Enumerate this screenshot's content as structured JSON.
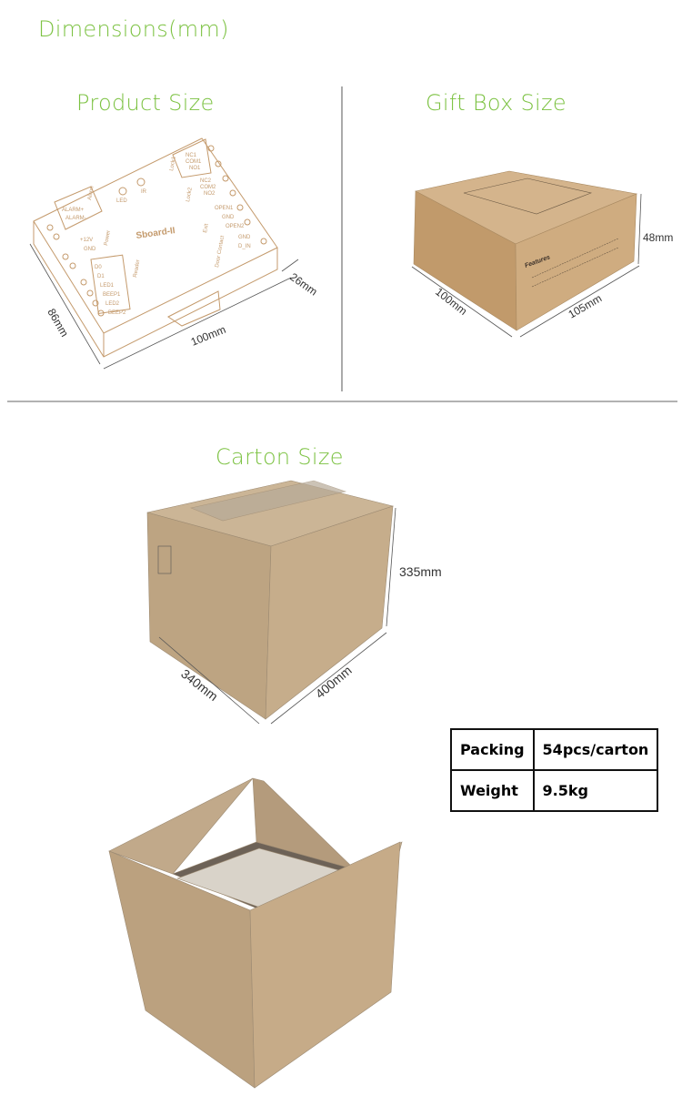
{
  "heading": "Dimensions(mm)",
  "sections": {
    "product": {
      "title": "Product Size",
      "dims": {
        "width": "100mm",
        "depth": "86mm",
        "height": "26mm"
      },
      "board_labels": {
        "name": "Sboard-II",
        "led": "LED",
        "ir": "IR",
        "alarm_plus": "ALARM+",
        "alarm_minus": "ALARM-",
        "alarm": "Alarm",
        "v12": "+12V",
        "gnd": "GND",
        "power": "Power",
        "reader": [
          "D0",
          "D1",
          "LED1",
          "BEEP1",
          "LED2",
          "BEEP2"
        ],
        "reader_title": "Reader",
        "lock1": [
          "NC1",
          "COM1",
          "NO1"
        ],
        "lock1_title": "Lock1",
        "lock2": [
          "NC2",
          "COM2",
          "NO2"
        ],
        "lock2_title": "Lock2",
        "exit": [
          "OPEN1",
          "GND",
          "OPEN2"
        ],
        "exit_title": "Exit",
        "door": [
          "GND",
          "D_IN"
        ],
        "door_title": "Door Contact"
      }
    },
    "gift_box": {
      "title": "Gift Box Size",
      "dims": {
        "width": "105mm",
        "depth": "100mm",
        "height": "48mm"
      },
      "print": {
        "features": "Features"
      }
    },
    "carton": {
      "title": "Carton Size",
      "dims": {
        "width": "400mm",
        "depth": "340mm",
        "height": "335mm"
      }
    }
  },
  "packing_table": [
    {
      "label": "Packing",
      "value": "54pcs/carton"
    },
    {
      "label": "Weight",
      "value": "9.5kg"
    }
  ],
  "colors": {
    "accent": "#7cc242",
    "cardboard": "#c8a57c",
    "drawing": "#c49a6c"
  }
}
